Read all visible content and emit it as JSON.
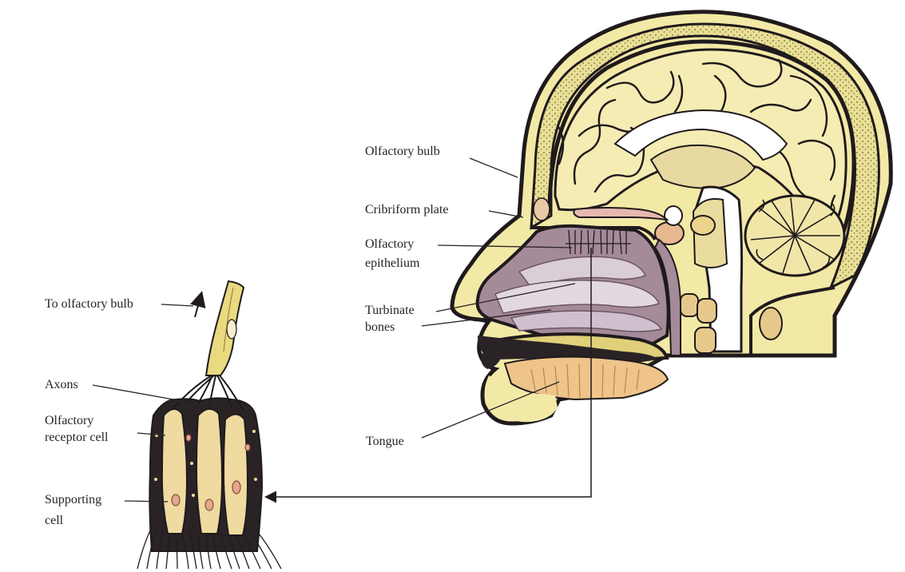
{
  "labels": {
    "olfactory_bulb": "Olfactory bulb",
    "cribriform_plate": "Cribriform plate",
    "olfactory_epithelium_line1": "Olfactory",
    "olfactory_epithelium_line2": "epithelium",
    "turbinate_line1": "Turbinate",
    "turbinate_line2": "bones",
    "tongue": "Tongue",
    "to_olfactory_bulb": "To olfactory bulb",
    "axons": "Axons",
    "receptor_line1": "Olfactory",
    "receptor_line2": "receptor cell",
    "supporting_line1": "Supporting",
    "supporting_line2": "cell"
  },
  "colors": {
    "skin": "#f3e9a6",
    "outline": "#1f1a1c",
    "nasal_cavity": "#a58a9a",
    "turbinate": "#d9cdd8",
    "epithelium_dark": "#2a2326",
    "label_text": "#2a2226"
  }
}
